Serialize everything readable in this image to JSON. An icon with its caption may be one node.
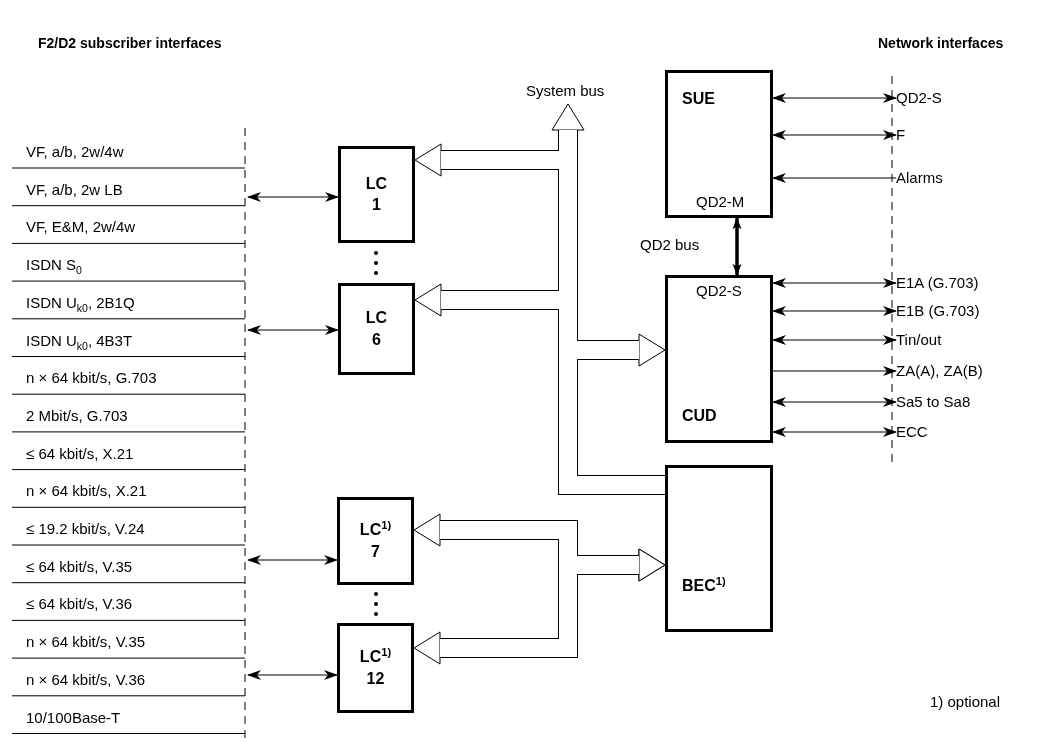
{
  "diagram": {
    "nodes": [
      {
        "text": [
          "LC 1"
        ]
      },
      {
        "text": [
          "LC 6"
        ]
      },
      {
        "text": [
          "LC$^{1)}$ 7"
        ]
      },
      {
        "text": [
          "LC$^{1)}$ 12"
        ]
      },
      {
        "text": [
          "SUE",
          "QD2-M"
        ]
      },
      {
        "text": [
          "QD2-S",
          "CUD"
        ]
      },
      {
        "text": [
          "BEC$^{1)}$"
        ]
      },
      {
        "text": [
          "System bus"
        ]
      },
      {
        "text": [
          "QD2-S"
        ]
      },
      {
        "text": [
          "F"
        ]
      },
      {
        "text": [
          "Alarms"
        ]
      },
      {
        "text": [
          "E1A (G.703)"
        ]
      },
      {
        "text": [
          "E1B (G.703)"
        ]
      },
      {
        "text": [
          "Tin/out"
        ]
      },
      {
        "text": [
          "ZA(A), ZA(B)"
        ]
      },
      {
        "text": [
          "Sa5 to Sa8"
        ]
      },
      {
        "text": [
          "ECC"
        ]
      }
    ],
    "edges": [
      {
        "from": null,
        "to": 0,
        "arrow": "both"
      },
      {
        "from": null,
        "to": 1,
        "arrow": "both"
      },
      {
        "from": null,
        "to": 2,
        "arrow": "both"
      },
      {
        "from": null,
        "to": 3,
        "arrow": "both"
      },
      {
        "from": 6,
        "to": 7,
        "arrow": "to",
        "style": "thick"
      },
      {
        "from": 6,
        "to": 0,
        "arrow": "to",
        "style": "thick"
      },
      {
        "from": 6,
        "to": 1,
        "arrow": "to",
        "style": "thick"
      },
      {
        "from": 6,
        "to": 5,
        "arrow": "to",
        "style": "thick"
      },
      {
        "from": 6,
        "to": 2,
        "arrow": "both",
        "style": "thick"
      },
      {
        "from": 6,
        "to": 3,
        "arrow": "both",
        "style": "thick"
      },
      {
        "from": 4,
        "to": 5,
        "arrow": "both",
        "style": "thick",
        "label": "QD2 bus"
      },
      {
        "from": 4,
        "to": 8,
        "arrow": "both"
      },
      {
        "from": 4,
        "to": 9,
        "arrow": "both"
      },
      {
        "from": 10,
        "to": 4,
        "arrow": "to"
      },
      {
        "from": 5,
        "to": 11,
        "arrow": "both"
      },
      {
        "from": 5,
        "to": 12,
        "arrow": "both"
      },
      {
        "from": 5,
        "to": 13,
        "arrow": "both"
      },
      {
        "from": 5,
        "to": 14,
        "arrow": "to"
      },
      {
        "from": 5,
        "to": 15,
        "arrow": "both"
      },
      {
        "from": 5,
        "to": 16,
        "arrow": "both"
      }
    ],
    "labels": [
      "F2/D2 subscriber interfaces",
      "Network interfaces",
      "VF, a/b, 2w/4w",
      "VF, a/b, 2w LB",
      "VF, E&M, 2w/4w",
      "ISDN S$_{0}$",
      "ISDN U$_{k0}$, 2B1Q",
      "ISDN U$_{k0}$, 4B3T",
      "n × 64 kbit/s, G.703",
      "2 Mbit/s, G.703",
      "≤ 64 kbit/s, X.21",
      "n × 64 kbit/s, X.21",
      "≤ 19.2 kbit/s, V.24",
      "≤ 64 kbit/s, V.35",
      "≤ 64 kbit/s, V.36",
      "n × 64 kbit/s, V.35",
      "n × 64 kbit/s, V.36",
      "10/100Base-T",
      "1) optional"
    ]
  }
}
